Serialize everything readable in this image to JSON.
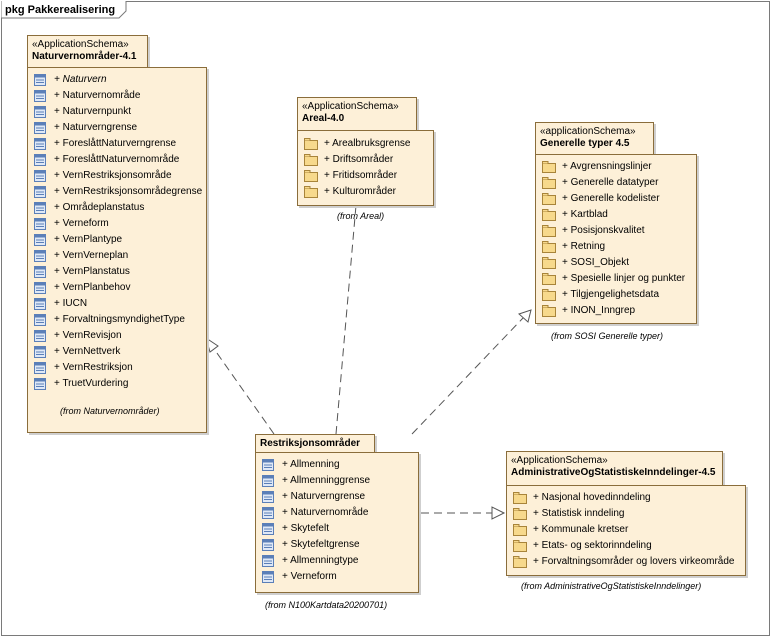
{
  "frame": {
    "label": "pkg Pakkerealisering"
  },
  "packages": {
    "naturvern": {
      "stereotype": "«ApplicationSchema»",
      "name": "Naturvernområder-4.1",
      "item_icon": "class-icon",
      "items": [
        {
          "text": "+ Naturvern",
          "italic": true
        },
        {
          "text": "+ Naturvernområde"
        },
        {
          "text": "+ Naturvernpunkt"
        },
        {
          "text": "+ Naturverngrense"
        },
        {
          "text": "+ ForeslåttNaturverngrense"
        },
        {
          "text": "+ ForeslåttNaturvernområde"
        },
        {
          "text": "+ VernRestriksjonsområde"
        },
        {
          "text": "+ VernRestriksjonsområdegrense"
        },
        {
          "text": "+ Områdeplanstatus"
        },
        {
          "text": "+ Verneform"
        },
        {
          "text": "+ VernPlantype"
        },
        {
          "text": "+ VernVerneplan"
        },
        {
          "text": "+ VernPlanstatus"
        },
        {
          "text": "+ VernPlanbehov"
        },
        {
          "text": "+ IUCN"
        },
        {
          "text": "+ ForvaltningsmyndighetType"
        },
        {
          "text": "+ VernRevisjon"
        },
        {
          "text": "+ VernNettverk"
        },
        {
          "text": "+ VernRestriksjon"
        },
        {
          "text": "+ TruetVurdering"
        }
      ],
      "from": "(from Naturvernområder)"
    },
    "areal": {
      "stereotype": "«ApplicationSchema»",
      "name": "Areal-4.0",
      "item_icon": "folder-icon",
      "items": [
        {
          "text": "+ Arealbruksgrense"
        },
        {
          "text": "+ Driftsområder"
        },
        {
          "text": "+ Fritidsområder"
        },
        {
          "text": "+ Kulturområder"
        }
      ],
      "from": "(from Areal)"
    },
    "generelle": {
      "stereotype": "«applicationSchema»",
      "name": "Generelle typer 4.5",
      "item_icon": "folder-icon",
      "items": [
        {
          "text": "+ Avgrensningslinjer"
        },
        {
          "text": "+ Generelle datatyper"
        },
        {
          "text": "+ Generelle kodelister"
        },
        {
          "text": "+ Kartblad"
        },
        {
          "text": "+ Posisjonskvalitet"
        },
        {
          "text": "+ Retning"
        },
        {
          "text": "+ SOSI_Objekt"
        },
        {
          "text": "+ Spesielle linjer og punkter"
        },
        {
          "text": "+ Tilgjengelighetsdata"
        },
        {
          "text": "+ INON_Inngrep"
        }
      ],
      "from": "(from SOSI Generelle typer)"
    },
    "restriksjon": {
      "stereotype": "",
      "name": "Restriksjonsområder",
      "item_icon": "class-icon",
      "items": [
        {
          "text": "+ Allmenning"
        },
        {
          "text": "+ Allmenninggrense"
        },
        {
          "text": "+ Naturverngrense"
        },
        {
          "text": "+ Naturvernområde"
        },
        {
          "text": "+ Skytefelt"
        },
        {
          "text": "+ Skytefeltgrense"
        },
        {
          "text": "+ Allmenningtype"
        },
        {
          "text": "+ Verneform"
        }
      ],
      "from": "(from N100Kartdata20200701)"
    },
    "admin": {
      "stereotype": "«ApplicationSchema»",
      "name": "AdministrativeOgStatistiskeInndelinger-4.5",
      "item_icon": "folder-icon",
      "items": [
        {
          "text": "+ Nasjonal hovedinndeling"
        },
        {
          "text": "+ Statistisk inndeling"
        },
        {
          "text": "+ Kommunale kretser"
        },
        {
          "text": "+ Etats- og sektorinndeling"
        },
        {
          "text": "+ Forvaltningsområder og lovers virkeområde"
        }
      ],
      "from": "(from AdministrativeOgStatistiskeInndelinger)"
    }
  },
  "colors": {
    "fill": "#fdf0d8",
    "border": "#8a6d3b",
    "folder_fill": "#f7d98c",
    "class_icon": "#5b7fb8"
  }
}
